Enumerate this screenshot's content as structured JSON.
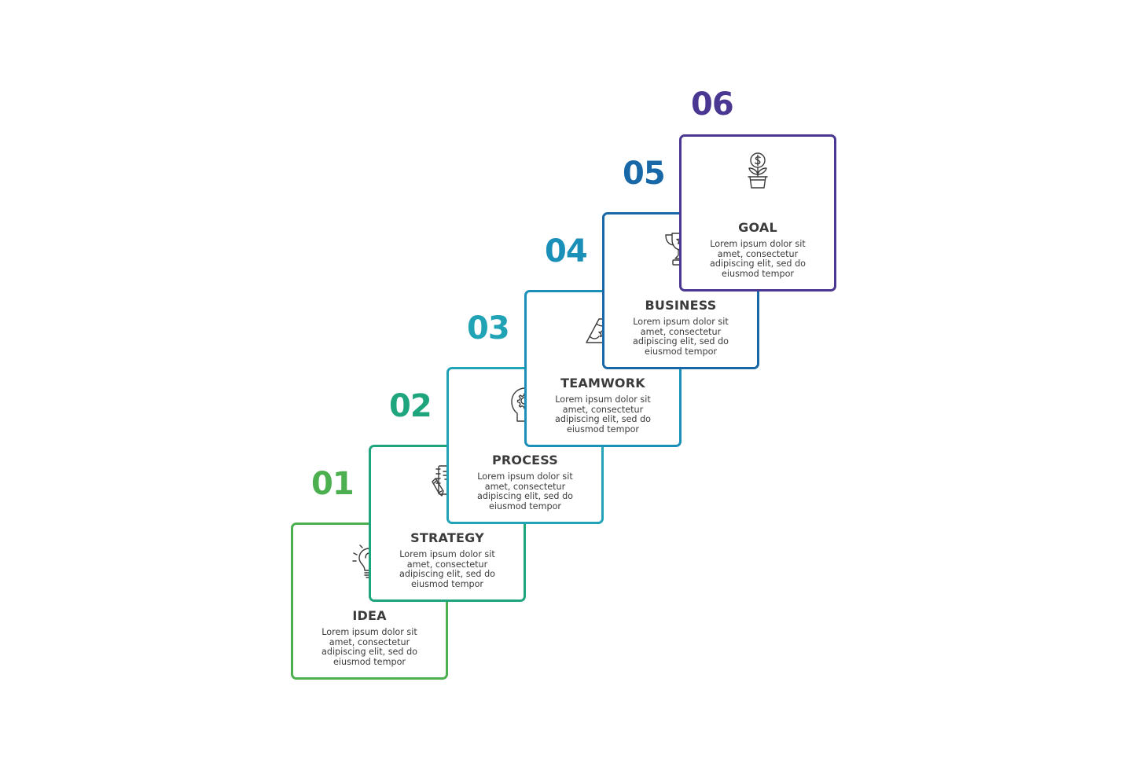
{
  "steps": [
    {
      "number": "01",
      "title": "IDEA",
      "desc": "Lorem ipsum dolor sit amet, consectetur adipiscing elit, sed do eiusmod tempor",
      "color": "#4caf50",
      "icon": "lightbulb-icon"
    },
    {
      "number": "02",
      "title": "STRATEGY",
      "desc": "Lorem ipsum dolor sit amet, consectetur adipiscing elit, sed do eiusmod tempor",
      "color": "#1fa57e",
      "icon": "notepad-pen-icon"
    },
    {
      "number": "03",
      "title": "PROCESS",
      "desc": "Lorem ipsum dolor sit amet, consectetur adipiscing elit, sed do eiusmod tempor",
      "color": "#21a3b6",
      "icon": "head-gear-icon"
    },
    {
      "number": "04",
      "title": "TEAMWORK",
      "desc": "Lorem ipsum dolor sit amet, consectetur adipiscing elit, sed do eiusmod tempor",
      "color": "#1a8fb8",
      "icon": "mountain-flag-icon"
    },
    {
      "number": "05",
      "title": "BUSINESS",
      "desc": "Lorem ipsum dolor sit amet, consectetur adipiscing elit, sed do eiusmod tempor",
      "color": "#1868a8",
      "icon": "trophy-icon"
    },
    {
      "number": "06",
      "title": "GOAL",
      "desc": "Lorem ipsum dolor sit amet, consectetur adipiscing elit, sed do eiusmod tempor",
      "color": "#4a3791",
      "icon": "money-plant-icon"
    }
  ],
  "text_color": "#3b3b3b",
  "icon_color": "#3b3b3b"
}
